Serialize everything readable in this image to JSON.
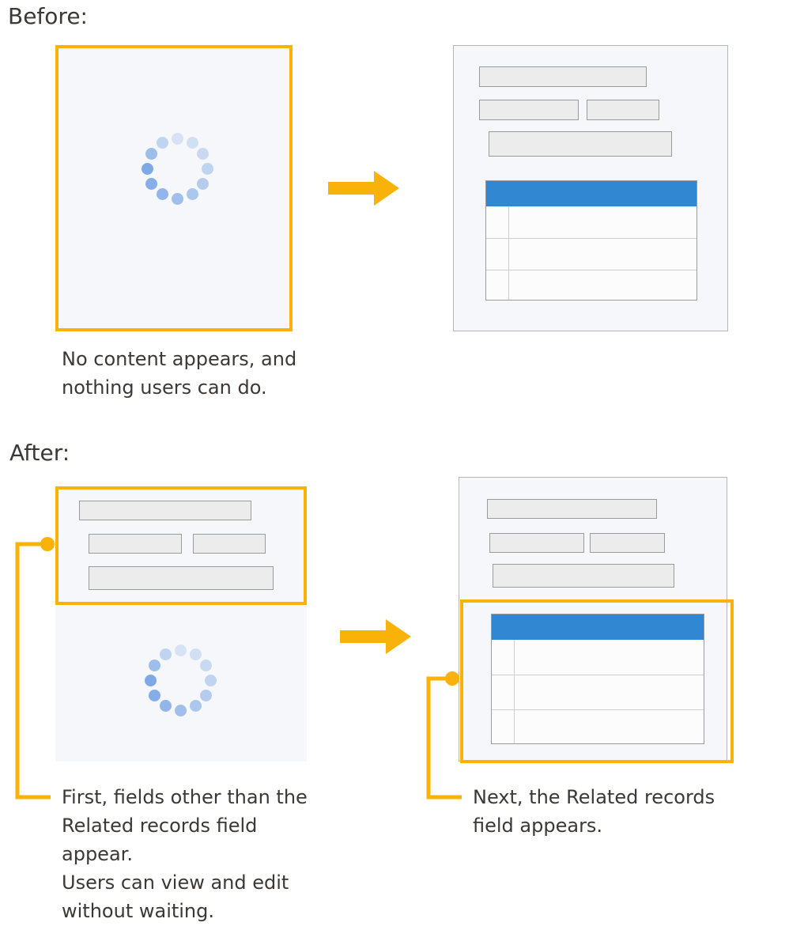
{
  "sections": {
    "before": {
      "heading": "Before:",
      "caption": "No content appears, and\nnothing users can do."
    },
    "after": {
      "heading": "After:",
      "left_caption": "First, fields other than the\nRelated records field\nappear.\nUsers can view and edit\nwithout waiting.",
      "right_caption": "Next, the Related records\nfield appears."
    }
  },
  "icons": {
    "spinner": "loading-spinner",
    "arrow": "arrow-right",
    "callout_dot": "callout-dot"
  },
  "colors": {
    "accent": "#F9B208",
    "table_header": "#3287D3",
    "spinner": "#7FA9E6",
    "panel_bg": "#F5F7FA",
    "field_fill": "#ECECEC",
    "field_border": "#9B9B9B",
    "panel_border": "#B7B7B7",
    "table_border": "#9B9B9B",
    "row_line": "#CFCFCF",
    "text": "#3C3835"
  }
}
